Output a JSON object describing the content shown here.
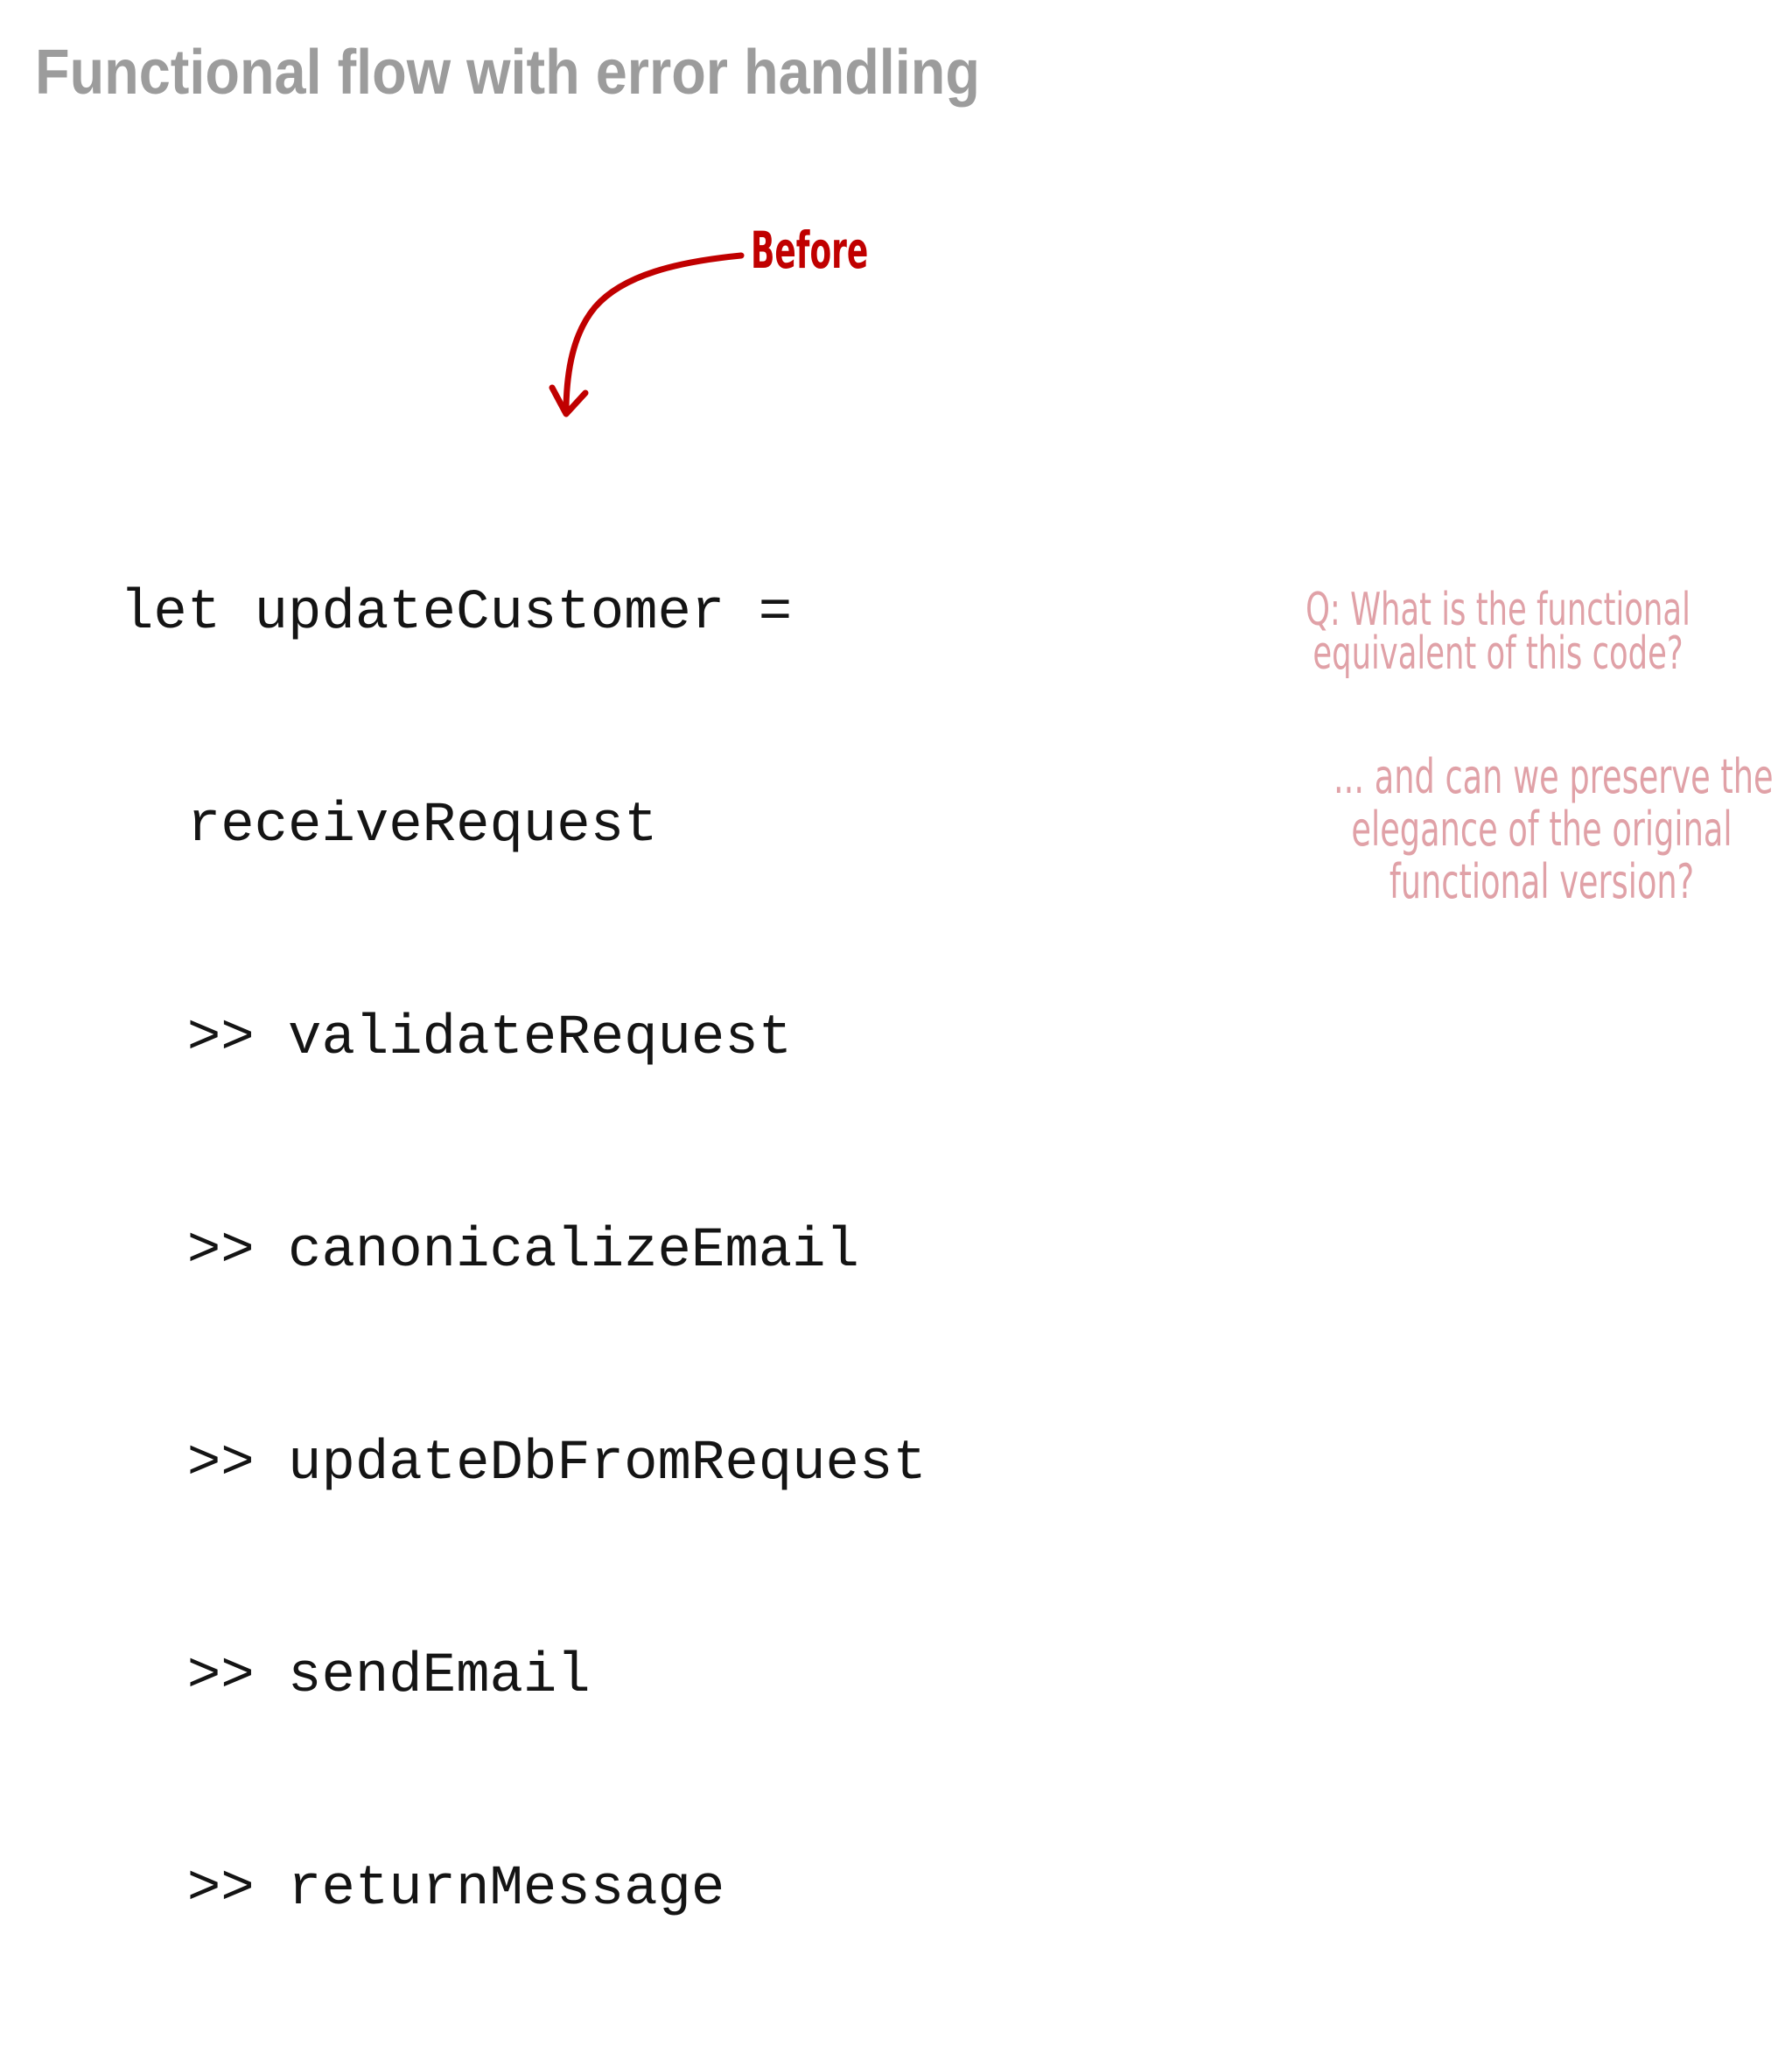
{
  "slide": {
    "title": "Functional flow with error handling",
    "before_label": "Before",
    "code_lines": [
      "let updateCustomer =",
      "  receiveRequest",
      "  >> validateRequest",
      "  >> canonicalizeEmail",
      "  >> updateDbFromRequest",
      "  >> sendEmail",
      "  >> returnMessage"
    ],
    "question_primary": {
      "line1": "Q: What is the functional",
      "line2": "equivalent of this code?"
    },
    "question_secondary": {
      "line1": "... and can we preserve the",
      "line2": "elegance of the original",
      "line3": "functional version?"
    },
    "colors": {
      "title_gray": "#9C9C9C",
      "annotation_red": "#C00000",
      "handwritten_pink": "#E0A1A7",
      "code_black": "#141414",
      "background": "#FFFFFF"
    }
  }
}
